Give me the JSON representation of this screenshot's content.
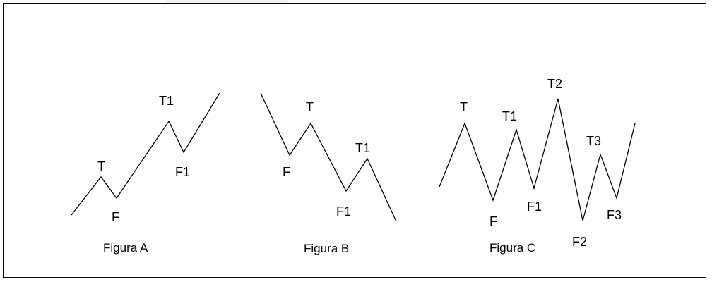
{
  "figures": [
    {
      "id": "A",
      "caption": "Figura A",
      "labels": {
        "t": "T",
        "f": "F",
        "t1": "T1",
        "f1": "F1"
      }
    },
    {
      "id": "B",
      "caption": "Figura B",
      "labels": {
        "f": "F",
        "t": "T",
        "t1": "T1",
        "f1": "F1"
      }
    },
    {
      "id": "C",
      "caption": "Figura C",
      "labels": {
        "t": "T",
        "f": "F",
        "t1": "T1",
        "f1": "F1",
        "t2": "T2",
        "f2": "F2",
        "t3": "T3",
        "f3": "F3"
      }
    }
  ],
  "colors": {
    "line": "#000000",
    "border": "#000000",
    "background": "#ffffff"
  }
}
